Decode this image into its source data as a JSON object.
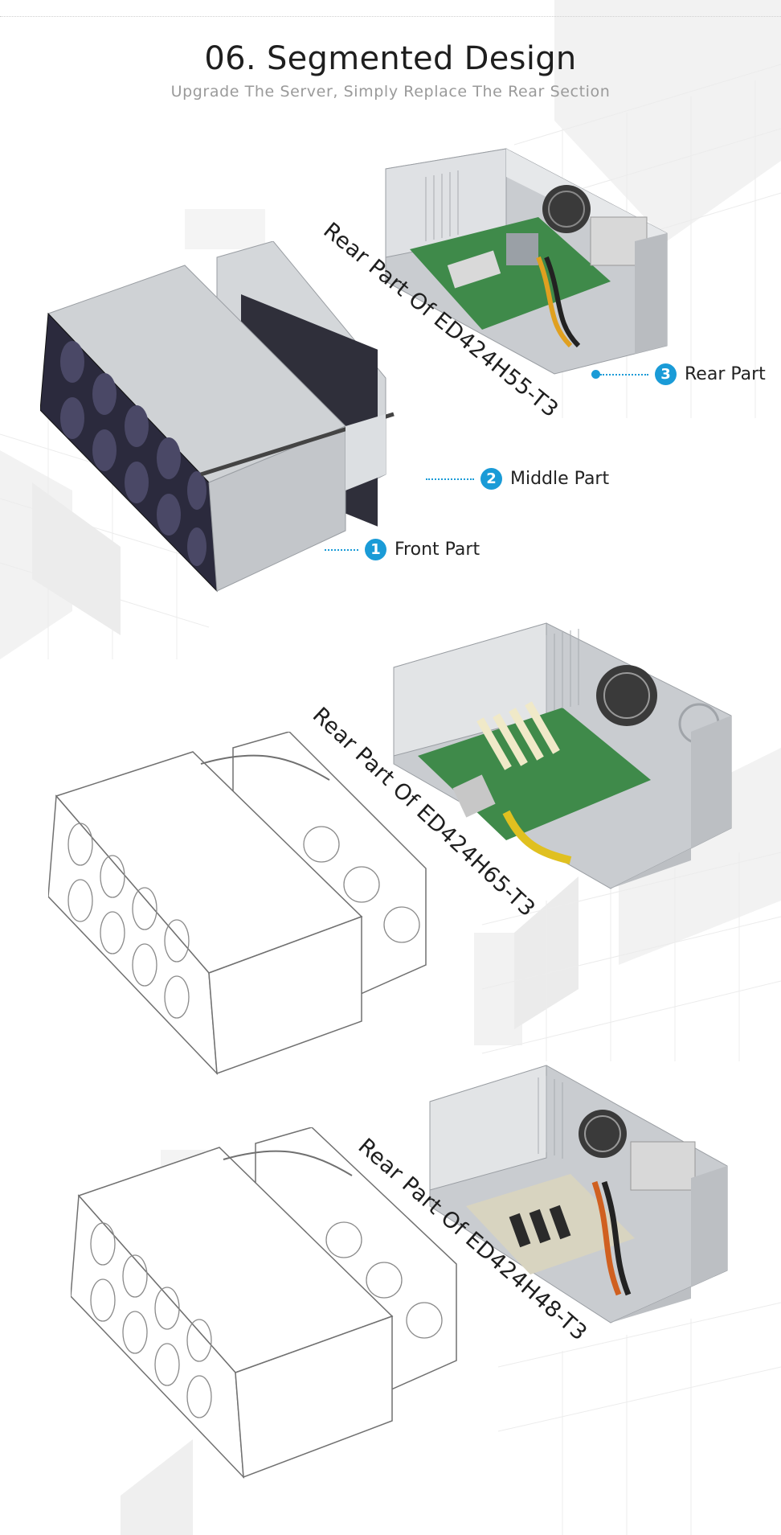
{
  "header": {
    "title": "06.  Segmented Design",
    "subtitle": "Upgrade The Server, Simply Replace The Rear Section"
  },
  "rear_labels": [
    "Rear Part Of ED424H55-T3",
    "Rear Part Of ED424H65-T3",
    "Rear Part Of ED424H48-T3"
  ],
  "callouts": [
    {
      "number": "3",
      "label": "Rear Part"
    },
    {
      "number": "2",
      "label": "Middle Part"
    },
    {
      "number": "1",
      "label": "Front Part"
    }
  ],
  "colors": {
    "accent": "#1a9bd7",
    "title": "#1e1e1e",
    "subtitle": "#9a9a9a",
    "steel": "#c9ccd0",
    "steel_dark": "#8e9297",
    "drive_bay": "#2b2a3d",
    "pcb": "#3f8a4a",
    "outline": "#6f6f6f"
  }
}
